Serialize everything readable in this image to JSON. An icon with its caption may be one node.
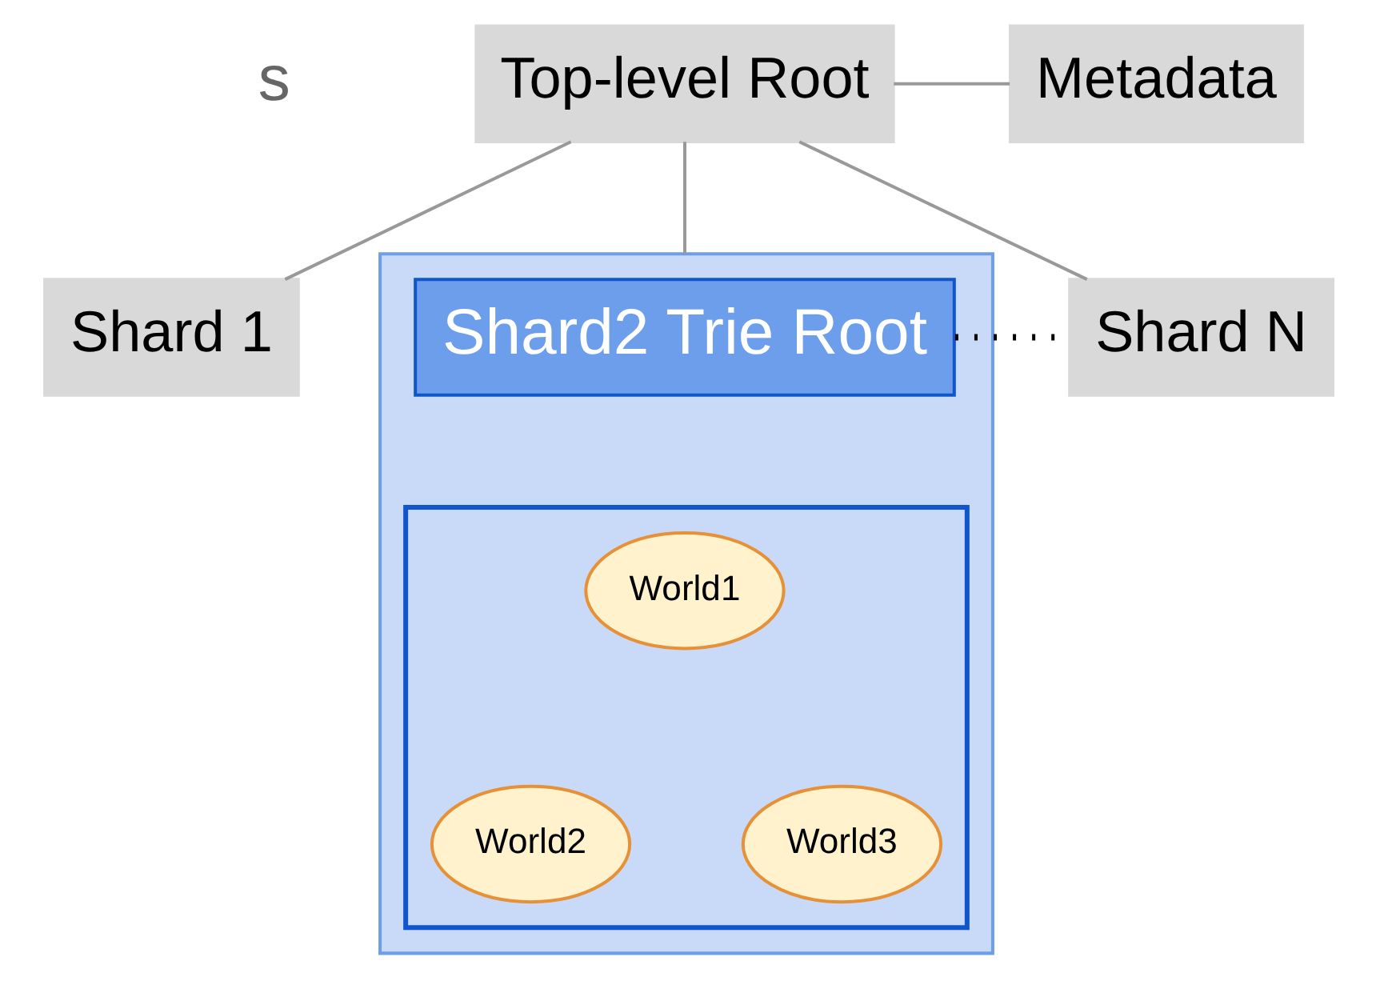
{
  "diagram": {
    "nodes": [
      {
        "text": [
          "Top-level Root"
        ]
      },
      {
        "text": [
          "Metadata"
        ]
      },
      {
        "text": [
          "Shard 1"
        ]
      },
      {
        "text": [],
        "shape": "box"
      },
      {
        "text": [
          "Shard2 Trie Root"
        ],
        "in": 3
      },
      {
        "text": [],
        "shape": "triangle",
        "in": 3
      },
      {
        "text": [
          "World1"
        ],
        "in": 5
      },
      {
        "text": [
          "World2"
        ],
        "in": 5
      },
      {
        "text": [
          "World3"
        ],
        "in": 5
      },
      {
        "text": [
          "Shard N"
        ]
      }
    ],
    "edges": [
      {
        "from": 0,
        "to": 1,
        "arrow": "none"
      },
      {
        "from": 0,
        "to": 2,
        "arrow": "none"
      },
      {
        "from": 0,
        "to": 3,
        "arrow": "none"
      },
      {
        "from": 0,
        "to": 9,
        "arrow": "none"
      },
      {
        "from": 4,
        "to": 9,
        "arrow": "none",
        "style": "dashed",
        "color": "#000000"
      }
    ],
    "labels": [
      "s"
    ]
  }
}
